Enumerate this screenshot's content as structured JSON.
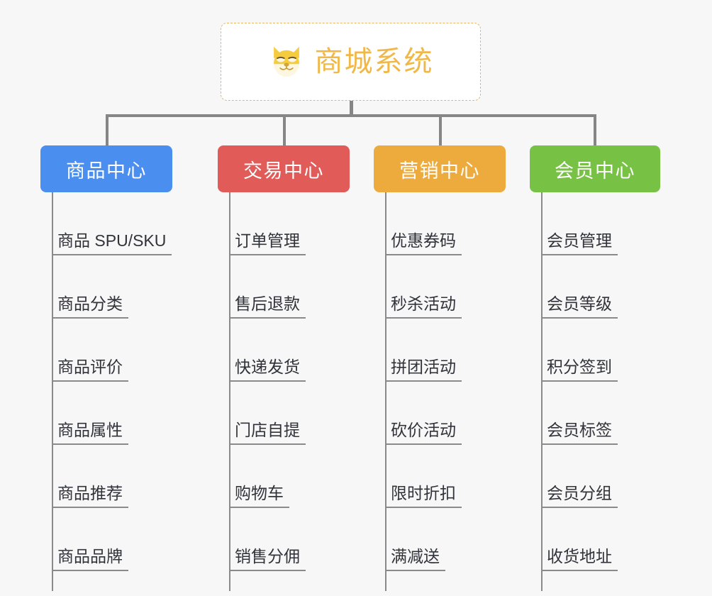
{
  "diagram": {
    "type": "mindmap-org-chart",
    "background_color": "#f7f7f7",
    "connector_color": "#868686",
    "root": {
      "title": "商城系统",
      "icon": "shiba-dog-face-icon",
      "border_color": "#e8b766",
      "text_color": "#f0b849",
      "background_color": "#ffffff"
    },
    "categories": [
      {
        "label": "商品中心",
        "color": "#4a8ef0",
        "items": [
          "商品 SPU/SKU",
          "商品分类",
          "商品评价",
          "商品属性",
          "商品推荐",
          "商品品牌"
        ]
      },
      {
        "label": "交易中心",
        "color": "#e15b59",
        "items": [
          "订单管理",
          "售后退款",
          "快递发货",
          "门店自提",
          "购物车",
          "销售分佣"
        ]
      },
      {
        "label": "营销中心",
        "color": "#eeab3d",
        "items": [
          "优惠券码",
          "秒杀活动",
          "拼团活动",
          "砍价活动",
          "限时折扣",
          "满减送"
        ]
      },
      {
        "label": "会员中心",
        "color": "#77c244",
        "items": [
          "会员管理",
          "会员等级",
          "积分签到",
          "会员标签",
          "会员分组",
          "收货地址"
        ]
      }
    ]
  }
}
